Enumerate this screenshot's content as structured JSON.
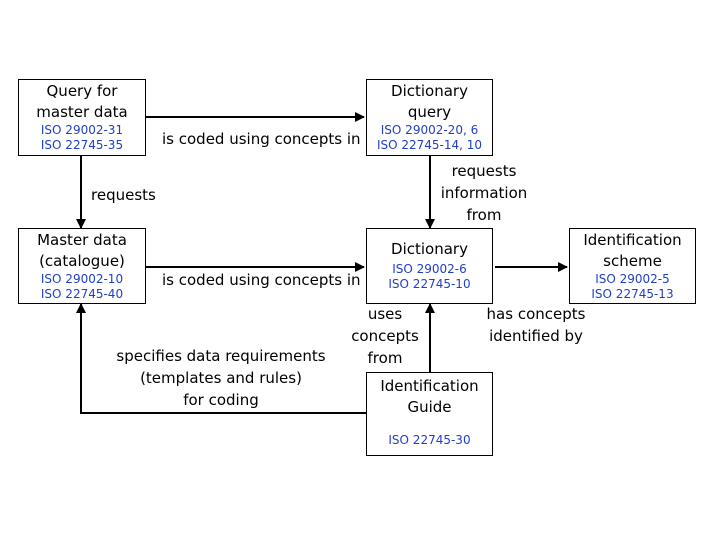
{
  "colors": {
    "standard_text": "#1f3fc8",
    "line": "#000000"
  },
  "boxes": {
    "query": {
      "title_1": "Query for",
      "title_2": "master data",
      "std_1": "ISO 29002-31",
      "std_2": "ISO 22745-35"
    },
    "dict_query": {
      "title_1": "Dictionary",
      "title_2": "query",
      "std_1": "ISO 29002-20, 6",
      "std_2": "ISO 22745-14, 10"
    },
    "master": {
      "title_1": "Master data",
      "title_2": "(catalogue)",
      "std_1": "ISO 29002-10",
      "std_2": "ISO 22745-40"
    },
    "dictionary": {
      "title_1": "Dictionary",
      "std_1": "ISO 29002-6",
      "std_2": "ISO 22745-10"
    },
    "ident_scheme": {
      "title_1": "Identification",
      "title_2": "scheme",
      "std_1": "ISO 29002-5",
      "std_2": "ISO 22745-13"
    },
    "ident_guide": {
      "title_1": "Identification",
      "title_2": "Guide",
      "std_1": "ISO 22745-30"
    }
  },
  "labels": {
    "coded_top": "is coded using concepts in",
    "coded_mid": "is coded using concepts in",
    "requests": "requests",
    "requests_info_1": "requests",
    "requests_info_2": "information",
    "requests_info_3": "from",
    "uses_1": "uses",
    "uses_2": "concepts",
    "uses_3": "from",
    "has_concepts_1": "has concepts",
    "has_concepts_2": "identified by",
    "specifies_1": "specifies data requirements",
    "specifies_2": "(templates and rules)",
    "specifies_3": "for coding"
  }
}
